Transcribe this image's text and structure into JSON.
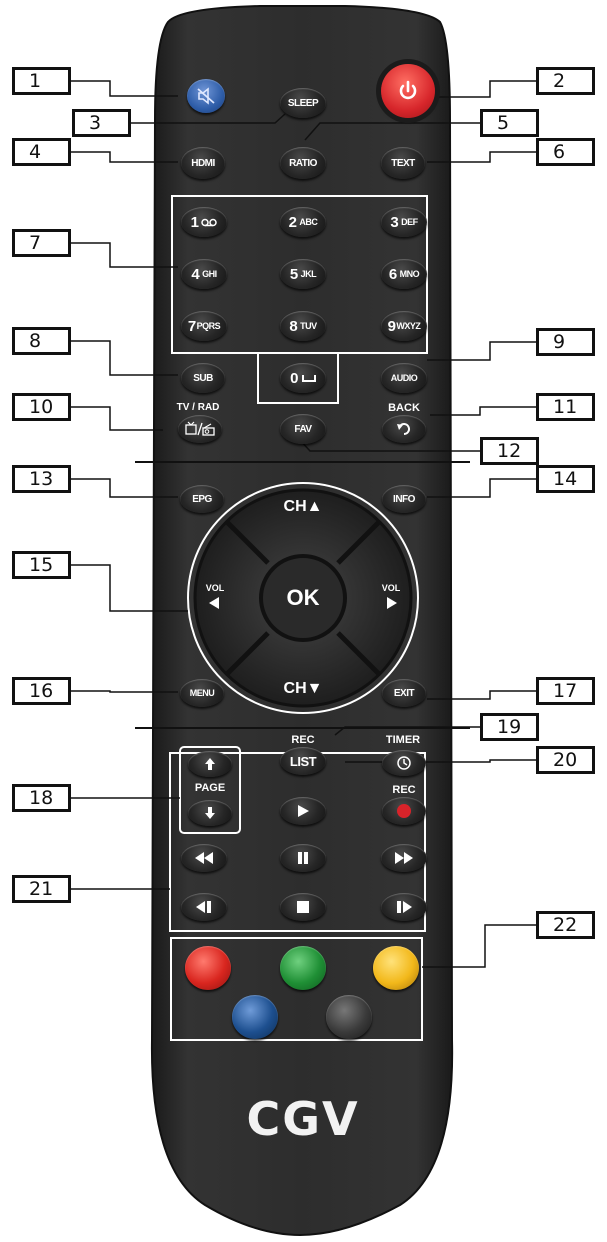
{
  "callouts": [
    "1",
    "2",
    "3",
    "4",
    "5",
    "6",
    "7",
    "8",
    "9",
    "10",
    "11",
    "12",
    "13",
    "14",
    "15",
    "16",
    "17",
    "18",
    "19",
    "20",
    "21",
    "22"
  ],
  "buttons": {
    "sleep": "SLEEP",
    "hdmi": "HDMI",
    "ratio": "RATIO",
    "text": "TEXT",
    "keys": [
      {
        "n": "1",
        "s": "oo"
      },
      {
        "n": "2",
        "s": "ABC"
      },
      {
        "n": "3",
        "s": "DEF"
      },
      {
        "n": "4",
        "s": "GHI"
      },
      {
        "n": "5",
        "s": "JKL"
      },
      {
        "n": "6",
        "s": "MNO"
      },
      {
        "n": "7",
        "s": "PQRS"
      },
      {
        "n": "8",
        "s": "TUV"
      },
      {
        "n": "9",
        "s": "WXYZ"
      },
      {
        "n": "0",
        "s": "␣"
      }
    ],
    "sub": "SUB",
    "audio": "AUDIO",
    "tv_rad": "TV / RAD",
    "back": "BACK",
    "fav": "FAV",
    "epg": "EPG",
    "info": "INFO",
    "ch_up": "CH▲",
    "ch_down": "CH▼",
    "vol_left": "VOL",
    "vol_right": "VOL",
    "ok": "OK",
    "menu": "MENU",
    "exit": "EXIT",
    "rec_list_top": "REC",
    "rec_list": "LIST",
    "timer": "TIMER",
    "page": "PAGE",
    "rec": "REC"
  },
  "brand": "CGV",
  "colors": {
    "body": "#2b2b2b",
    "mute": "#2e5da8",
    "power": "#d7262b",
    "red": "#d9261f",
    "green": "#1f8f35",
    "yellow": "#f2b81a",
    "blue": "#1d4f8f",
    "grey": "#3a3a3a",
    "rec_dot": "#d8232a"
  }
}
